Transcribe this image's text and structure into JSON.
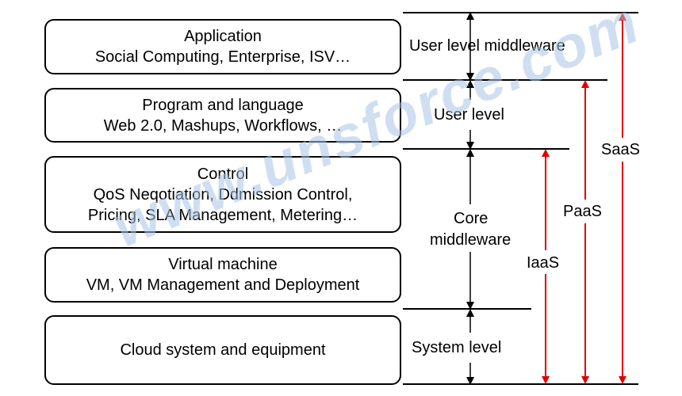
{
  "layers": [
    {
      "title": "Application",
      "lines": [
        "Social Computing, Enterprise, ISV…"
      ]
    },
    {
      "title": "Program and language",
      "lines": [
        "Web 2.0, Mashups, Workflows, …"
      ]
    },
    {
      "title": "Control",
      "lines": [
        "QoS Neqotiation, Ddmission Control,",
        "Pricing, SLA Management, Metering…"
      ]
    },
    {
      "title": "Virtual machine",
      "lines": [
        "VM, VM Management and Deployment"
      ]
    },
    {
      "title": "Cloud system and equipment",
      "lines": []
    }
  ],
  "levels": {
    "user_level_middleware": "User level middleware",
    "user_level": "User level",
    "core_middleware_1": "Core",
    "core_middleware_2": "middleware",
    "system_level": "System level"
  },
  "services": {
    "saas": "SaaS",
    "paas": "PaaS",
    "iaas": "IaaS"
  },
  "watermark": "www.unsforce.com",
  "colors": {
    "arrow_red": "#e00000",
    "line": "#000000",
    "watermark": "#a9c6e6"
  }
}
